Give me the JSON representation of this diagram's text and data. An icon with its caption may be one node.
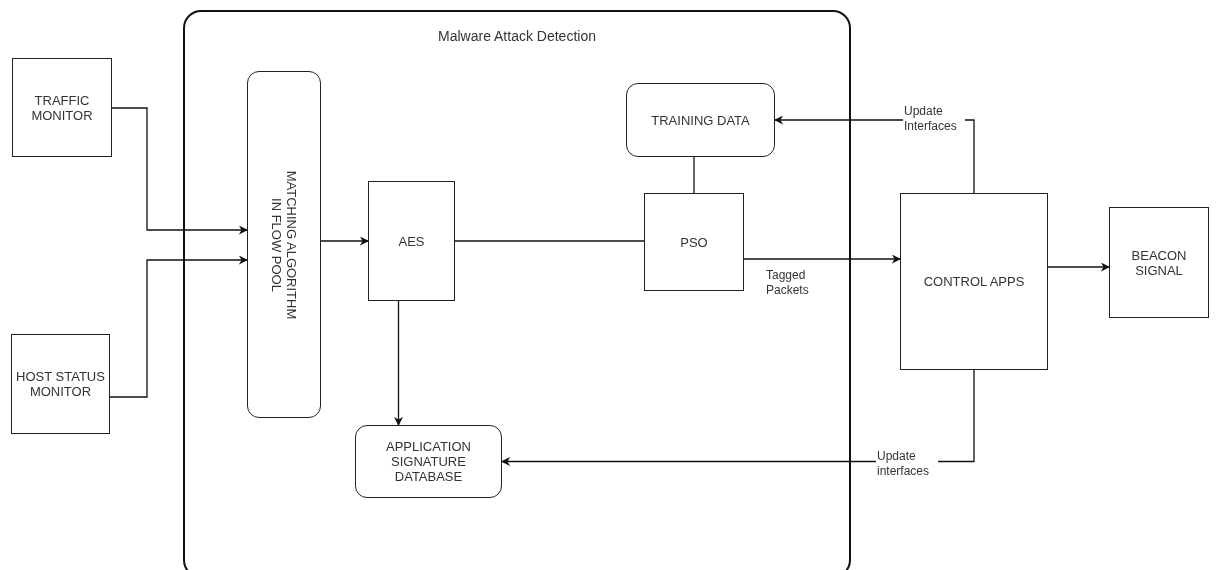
{
  "diagram": {
    "nodes": [
      {
        "text": [
          "TRAFFIC MONITOR"
        ]
      },
      {
        "text": [
          "HOST STATUS MONITOR"
        ]
      },
      {
        "text": [
          "Malware Attack Detection"
        ]
      },
      {
        "text": [
          "MATCHING ALGORITHM IN FLOW POOL"
        ],
        "in": 2
      },
      {
        "text": [
          "TRAINING DATA"
        ],
        "in": 2
      },
      {
        "text": [
          "AES"
        ],
        "in": 2
      },
      {
        "text": [
          "PSO"
        ],
        "in": 2
      },
      {
        "text": [
          "APPLICATION SIGNATURE DATABASE"
        ],
        "in": 2
      },
      {
        "text": [
          "CONTROL APPS"
        ]
      },
      {
        "text": [
          "BEACON SIGNAL"
        ]
      }
    ],
    "edges": [
      {
        "from": 0,
        "to": 3,
        "arrow": "to"
      },
      {
        "from": 1,
        "to": 3,
        "arrow": "to"
      },
      {
        "from": 3,
        "to": 5,
        "arrow": "to"
      },
      {
        "from": 5,
        "to": 6,
        "arrow": "none"
      },
      {
        "from": 6,
        "to": 4,
        "arrow": "none"
      },
      {
        "from": 6,
        "to": 8,
        "arrow": "to",
        "label": "Tagged Packets"
      },
      {
        "from": 8,
        "to": 4,
        "arrow": "to",
        "label": "Update Interfaces"
      },
      {
        "from": 5,
        "to": 7,
        "arrow": "to"
      },
      {
        "from": 8,
        "to": 7,
        "arrow": "to",
        "label": "Update interfaces"
      },
      {
        "from": 8,
        "to": 9,
        "arrow": "to"
      }
    ]
  }
}
